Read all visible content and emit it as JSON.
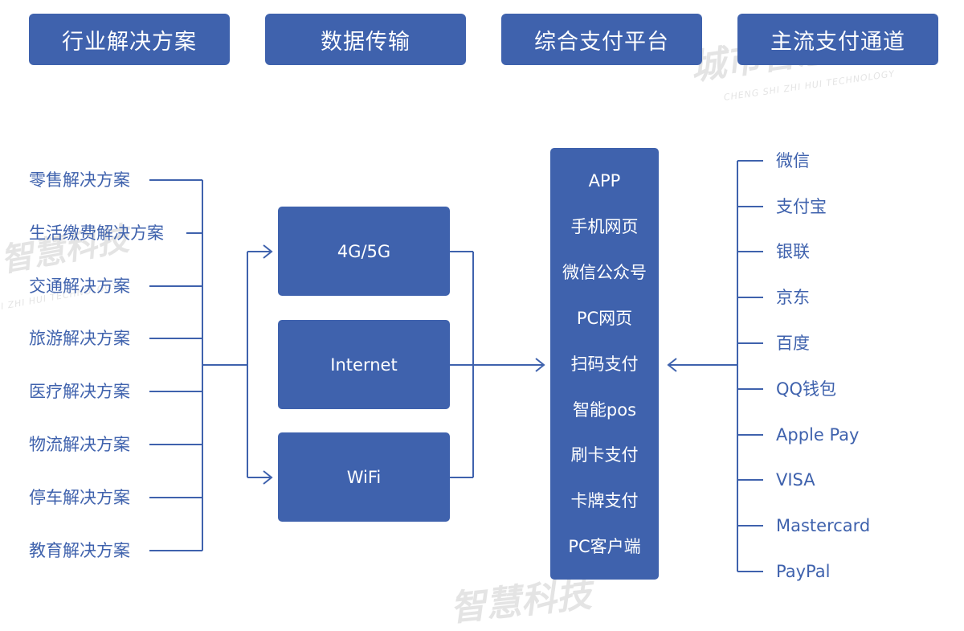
{
  "headers": {
    "industry": "行业解决方案",
    "transfer": "数据传输",
    "platform": "综合支付平台",
    "channels": "主流支付通道"
  },
  "industries": [
    "零售解决方案",
    "生活缴费解决方案",
    "交通解决方案",
    "旅游解决方案",
    "医疗解决方案",
    "物流解决方案",
    "停车解决方案",
    "教育解决方案"
  ],
  "transport": [
    "4G/5G",
    "Internet",
    "WiFi"
  ],
  "platform_items": [
    "APP",
    "手机网页",
    "微信公众号",
    "PC网页",
    "扫码支付",
    "智能pos",
    "刷卡支付",
    "卡牌支付",
    "PC客户端"
  ],
  "channels": [
    "微信",
    "支付宝",
    "银联",
    "京东",
    "百度",
    "QQ钱包",
    "Apple Pay",
    "VISA",
    "Mastercard",
    "PayPal"
  ],
  "watermarks": {
    "top_right": "城市智慧科技",
    "top_right_sub": "CHENG SHI ZHI HUI TECHNOLOGY",
    "left": "智慧科技",
    "left_sub": "I ZHI HUI TECHNOLOGY",
    "bottom": "智慧科技"
  },
  "colors": {
    "primary": "#3f62ad",
    "text_on_primary": "#ffffff",
    "watermark": "#cfcfcf"
  }
}
